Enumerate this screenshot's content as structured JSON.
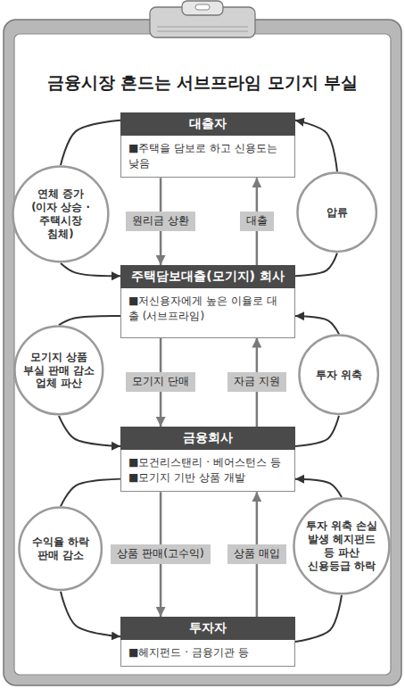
{
  "diagram": {
    "title": "금융시장 흔드는 서브프라임 모기지 부실",
    "nodes": [
      {
        "text": [
          "대출자",
          "■주택을 담보로 하고 신용도는 낮음"
        ]
      },
      {
        "text": [
          "연체 증가 (이자 상승 · 주택시장 침체)"
        ]
      },
      {
        "text": [
          "압류"
        ]
      },
      {
        "text": [
          "주택담보대출(모기지) 회사",
          "■저신용자에게 높은 이율로 대출 (서브프라임)"
        ]
      },
      {
        "text": [
          "모기지 상품 부실 판매 감소 업체 파산"
        ]
      },
      {
        "text": [
          "투자 위축"
        ]
      },
      {
        "text": [
          "금융회사",
          "■모건리스탠리 · 베어스턴스 등",
          "■모기지 기반 상품 개발"
        ]
      },
      {
        "text": [
          "수익율 하락 판매 감소"
        ]
      },
      {
        "text": [
          "투자 위축 손실 발생 헤지펀드 등 파산 신용등급 하락"
        ]
      },
      {
        "text": [
          "투자자",
          "■헤지펀드 · 금융기관 등"
        ]
      }
    ],
    "edges": [
      {
        "from": 0,
        "to": 3,
        "label": "원리금 상환",
        "arrow": "to"
      },
      {
        "from": 3,
        "to": 0,
        "label": "대출",
        "arrow": "to"
      },
      {
        "from": 0,
        "to": 1,
        "arrow": "none"
      },
      {
        "from": 1,
        "to": 3,
        "arrow": "to"
      },
      {
        "from": 3,
        "to": 2,
        "arrow": "none"
      },
      {
        "from": 2,
        "to": 0,
        "arrow": "to"
      },
      {
        "from": 3,
        "to": 6,
        "label": "모기지 단매",
        "arrow": "to"
      },
      {
        "from": 6,
        "to": 3,
        "label": "자금 지원",
        "arrow": "to"
      },
      {
        "from": 3,
        "to": 4,
        "arrow": "none"
      },
      {
        "from": 4,
        "to": 6,
        "arrow": "to"
      },
      {
        "from": 6,
        "to": 5,
        "arrow": "none"
      },
      {
        "from": 5,
        "to": 3,
        "arrow": "to"
      },
      {
        "from": 6,
        "to": 9,
        "label": "상품 판매(고수익)",
        "arrow": "to"
      },
      {
        "from": 9,
        "to": 6,
        "label": "상품 매입",
        "arrow": "to"
      },
      {
        "from": 6,
        "to": 7,
        "arrow": "none"
      },
      {
        "from": 7,
        "to": 9,
        "arrow": "to"
      },
      {
        "from": 9,
        "to": 8,
        "arrow": "none"
      },
      {
        "from": 8,
        "to": 6,
        "arrow": "to"
      }
    ]
  }
}
